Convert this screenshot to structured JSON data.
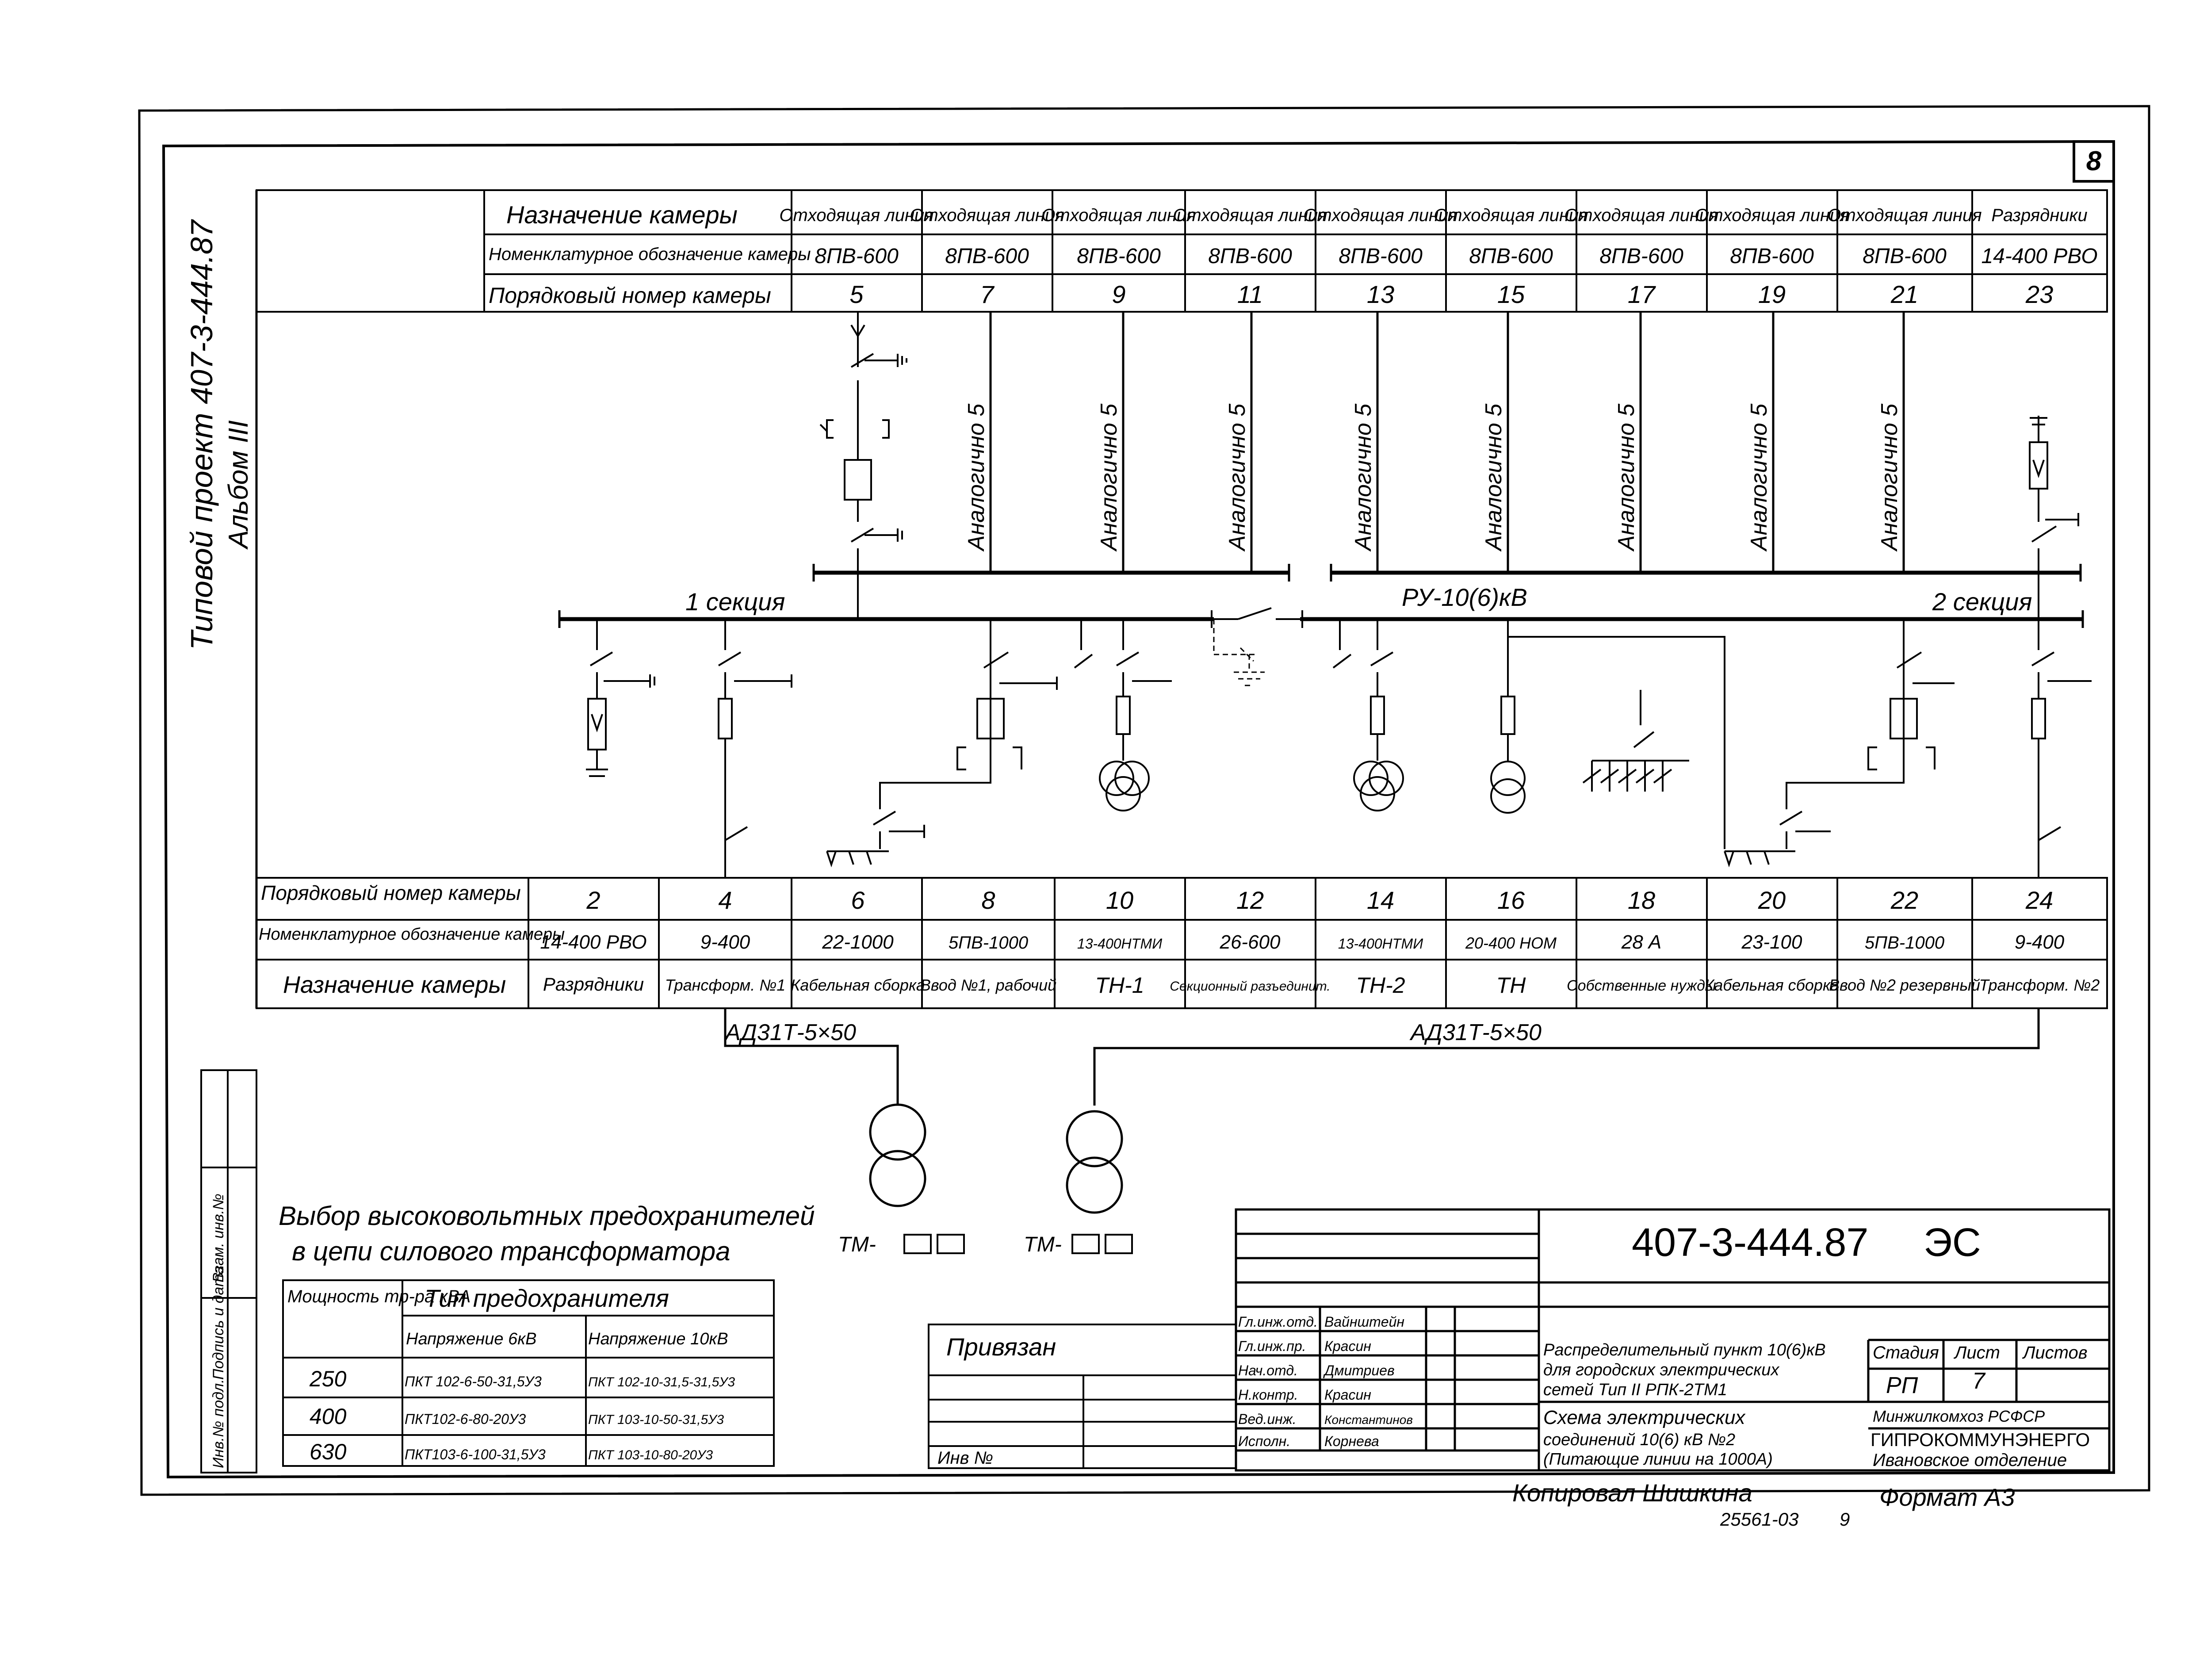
{
  "sheet_number": "8",
  "side_project": "Типовой проект 407-3-444.87",
  "side_album": "Альбом III",
  "top_table": {
    "labels": [
      "Назначение камеры",
      "Номенклатурное обозначение камеры",
      "Порядковый номер камеры"
    ],
    "columns": [
      {
        "purpose": "Отходящая линия",
        "code": "8ПВ-600",
        "num": "5"
      },
      {
        "purpose": "Отходящая линия",
        "code": "8ПВ-600",
        "num": "7"
      },
      {
        "purpose": "Отходящая линия",
        "code": "8ПВ-600",
        "num": "9"
      },
      {
        "purpose": "Отходящая линия",
        "code": "8ПВ-600",
        "num": "11"
      },
      {
        "purpose": "Отходящая линия",
        "code": "8ПВ-600",
        "num": "13"
      },
      {
        "purpose": "Отходящая линия",
        "code": "8ПВ-600",
        "num": "15"
      },
      {
        "purpose": "Отходящая линия",
        "code": "8ПВ-600",
        "num": "17"
      },
      {
        "purpose": "Отходящая линия",
        "code": "8ПВ-600",
        "num": "19"
      },
      {
        "purpose": "Отходящая линия",
        "code": "8ПВ-600",
        "num": "21"
      },
      {
        "purpose": "Разрядники",
        "code": "14-400 РВО",
        "num": "23"
      }
    ]
  },
  "feeder_label": "Аналогично 5",
  "section1": "1 секция",
  "section2": "2 секция",
  "bus_label": "РУ-10(6)кВ",
  "bottom_table": {
    "labels": [
      "Порядковый номер камеры",
      "Номенклатурное обозначение камеры",
      "Назначение камеры"
    ],
    "columns": [
      {
        "num": "2",
        "code": "14-400 РВО",
        "purpose": "Разрядники"
      },
      {
        "num": "4",
        "code": "9-400",
        "purpose": "Трансформ. №1"
      },
      {
        "num": "6",
        "code": "22-1000",
        "purpose": "Кабельная сборка"
      },
      {
        "num": "8",
        "code": "5ПВ-1000",
        "purpose": "Ввод №1, рабочий"
      },
      {
        "num": "10",
        "code": "13-400НТМИ",
        "purpose": "ТН-1"
      },
      {
        "num": "12",
        "code": "26-600",
        "purpose": "Секционный разъединит."
      },
      {
        "num": "14",
        "code": "13-400НТМИ",
        "purpose": "ТН-2"
      },
      {
        "num": "16",
        "code": "20-400 НОМ",
        "purpose": "ТН"
      },
      {
        "num": "18",
        "code": "28 А",
        "purpose": "Собственные нужды"
      },
      {
        "num": "20",
        "code": "23-100",
        "purpose": "Кабельная сборка"
      },
      {
        "num": "22",
        "code": "5ПВ-1000",
        "purpose": "Ввод №2 резервный"
      },
      {
        "num": "24",
        "code": "9-400",
        "purpose": "Трансформ. №2"
      }
    ]
  },
  "cable1": "АД31Т-5×50",
  "cable2": "АД31Т-5×50",
  "tm1": "ТМ-",
  "tm2": "ТМ-",
  "fuse_title_1": "Выбор высоковольтных предохранителей",
  "fuse_title_2": "в цепи силового трансформатора",
  "fuse_table": {
    "h_power": "Мощность тр-ра кВА",
    "h_type": "Тип предохранителя",
    "h_6kv": "Напряжение 6кВ",
    "h_10kv": "Напряжение 10кВ",
    "rows": [
      {
        "power": "250",
        "v6": "ПКТ 102-6-50-31,5У3",
        "v10": "ПКТ 102-10-31,5-31,5У3"
      },
      {
        "power": "400",
        "v6": "ПКТ102-6-80-20У3",
        "v10": "ПКТ 103-10-50-31,5У3"
      },
      {
        "power": "630",
        "v6": "ПКТ103-6-100-31,5У3",
        "v10": "ПКТ 103-10-80-20У3"
      }
    ]
  },
  "left_stamp": [
    "Инв.№ подл.",
    "Подпись и дата",
    "Взам. инв.№"
  ],
  "privyazan": "Привязан",
  "inv_no": "Инв №",
  "title_block": {
    "code": "407-3-444.87",
    "mark": "ЭС",
    "staff": [
      {
        "role": "Гл.инж.отд.",
        "name": "Вайнштейн"
      },
      {
        "role": "Гл.инж.пр.",
        "name": "Красин"
      },
      {
        "role": "Нач.отд.",
        "name": "Дмитриев"
      },
      {
        "role": "Н.контр.",
        "name": "Красин"
      },
      {
        "role": "Вед.инж.",
        "name": "Константинов"
      },
      {
        "role": "Исполн.",
        "name": "Корнева"
      }
    ],
    "desc1": [
      "Распределительный пункт 10(6)кВ",
      "для городских электрических",
      "сетей Тип II РПК-2ТМ1"
    ],
    "desc2": [
      "Схема электрических",
      "соединений 10(6) кВ №2",
      "(Питающие линии на 1000А)"
    ],
    "stage_h": "Стадия",
    "sheet_h": "Лист",
    "sheets_h": "Листов",
    "stage": "РП",
    "sheet": "7",
    "org1": "Минжилкомхоз РСФСР",
    "org2": "ГИПРОКОММУНЭНЕРГО",
    "org3": "Ивановское отделение"
  },
  "copied": "Копировал Шишкина",
  "format": "Формат А3",
  "serial": "25561-03",
  "serial2": "9"
}
